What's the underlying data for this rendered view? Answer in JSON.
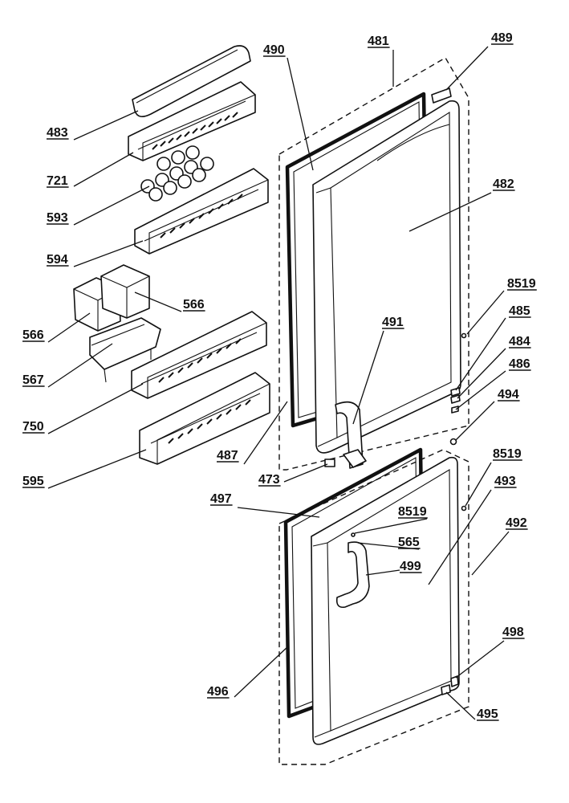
{
  "callouts": [
    {
      "id": "c490",
      "label": "490"
    },
    {
      "id": "c481",
      "label": "481"
    },
    {
      "id": "c489",
      "label": "489"
    },
    {
      "id": "c483",
      "label": "483"
    },
    {
      "id": "c721",
      "label": "721"
    },
    {
      "id": "c593",
      "label": "593"
    },
    {
      "id": "c482",
      "label": "482"
    },
    {
      "id": "c594",
      "label": "594"
    },
    {
      "id": "c8519a",
      "label": "8519"
    },
    {
      "id": "c566a",
      "label": "566"
    },
    {
      "id": "c485",
      "label": "485"
    },
    {
      "id": "c566b",
      "label": "566"
    },
    {
      "id": "c491",
      "label": "491"
    },
    {
      "id": "c484",
      "label": "484"
    },
    {
      "id": "c486",
      "label": "486"
    },
    {
      "id": "c567",
      "label": "567"
    },
    {
      "id": "c494",
      "label": "494"
    },
    {
      "id": "c750",
      "label": "750"
    },
    {
      "id": "c487",
      "label": "487"
    },
    {
      "id": "c595",
      "label": "595"
    },
    {
      "id": "c473",
      "label": "473"
    },
    {
      "id": "c8519b",
      "label": "8519"
    },
    {
      "id": "c497",
      "label": "497"
    },
    {
      "id": "c493",
      "label": "493"
    },
    {
      "id": "c8519c",
      "label": "8519"
    },
    {
      "id": "c492",
      "label": "492"
    },
    {
      "id": "c565",
      "label": "565"
    },
    {
      "id": "c499",
      "label": "499"
    },
    {
      "id": "c498",
      "label": "498"
    },
    {
      "id": "c496",
      "label": "496"
    },
    {
      "id": "c495",
      "label": "495"
    }
  ]
}
